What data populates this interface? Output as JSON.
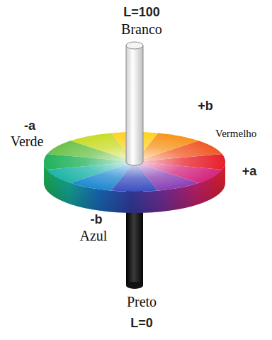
{
  "diagram": {
    "labels": [
      "L=100",
      "Branco",
      "+b",
      "-a",
      "Verde",
      "Vermelho",
      "+a",
      "-b",
      "Azul",
      "Preto",
      "L=0"
    ]
  }
}
